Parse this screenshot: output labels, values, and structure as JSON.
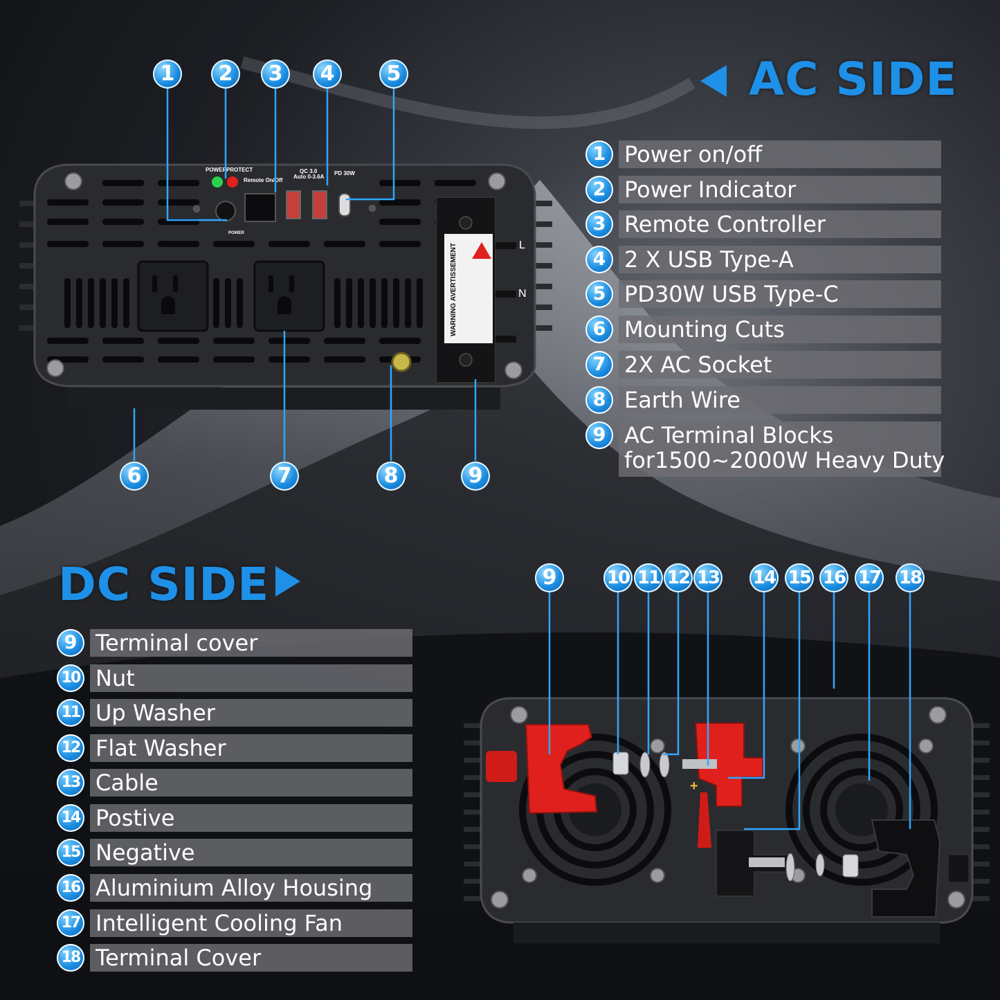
{
  "ac_side": {
    "title": "AC SIDE",
    "items": [
      {
        "num": "1",
        "label": "Power on/off"
      },
      {
        "num": "2",
        "label": "Power Indicator"
      },
      {
        "num": "3",
        "label": "Remote Controller"
      },
      {
        "num": "4",
        "label": "2 X USB Type-A"
      },
      {
        "num": "5",
        "label": "PD30W USB Type-C"
      },
      {
        "num": "6",
        "label": "Mounting Cuts"
      },
      {
        "num": "7",
        "label": "2X AC Socket"
      },
      {
        "num": "8",
        "label": "Earth Wire"
      },
      {
        "num": "9",
        "label": "AC Terminal Blocks",
        "label2": "for1500~2000W Heavy Duty"
      }
    ],
    "panel_text": {
      "power": "POWER",
      "protect": "PROTECT",
      "remote": "Remote On/Off",
      "qc": "QC 3.0",
      "qc2": "Auto 0-3.6A",
      "pd": "PD 30W",
      "power_btn": "POWER",
      "warning": "WARNING AVERTISSEMENT",
      "L": "L",
      "N": "N"
    }
  },
  "dc_side": {
    "title": "DC SIDE",
    "items": [
      {
        "num": "9",
        "label": "Terminal cover"
      },
      {
        "num": "10",
        "label": "Nut"
      },
      {
        "num": "11",
        "label": "Up Washer"
      },
      {
        "num": "12",
        "label": "Flat Washer"
      },
      {
        "num": "13",
        "label": "Cable"
      },
      {
        "num": "14",
        "label": "Postive"
      },
      {
        "num": "15",
        "label": "Negative"
      },
      {
        "num": "16",
        "label": "Aluminium Alloy Housing"
      },
      {
        "num": "17",
        "label": "Intelligent Cooling Fan"
      },
      {
        "num": "18",
        "label": "Terminal Cover"
      }
    ],
    "plus_sign": "+"
  },
  "colors": {
    "accent": "#1e90e8",
    "red": "#e0201c",
    "bar": "#6e6e73"
  }
}
